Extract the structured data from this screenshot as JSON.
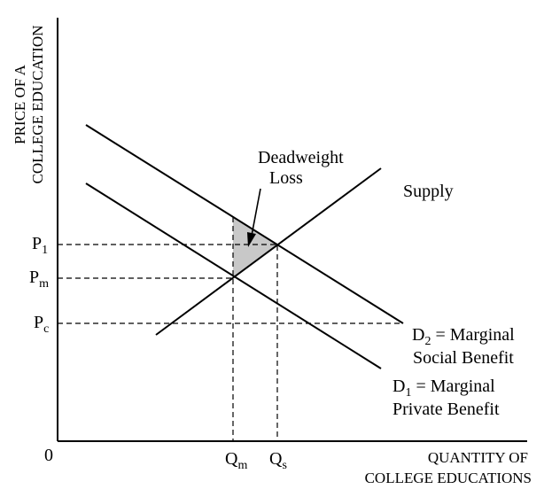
{
  "diagram": {
    "y_axis_title_line1": "PRICE OF A",
    "y_axis_title_line2": "COLLEGE EDUCATION",
    "x_axis_title_line1": "QUANTITY OF",
    "x_axis_title_line2": "COLLEGE EDUCATIONS",
    "origin_label": "0",
    "price_labels": {
      "p1_main": "P",
      "p1_sub": "1",
      "pm_main": "P",
      "pm_sub": "m",
      "pc_main": "P",
      "pc_sub": "c"
    },
    "quantity_labels": {
      "qm_main": "Q",
      "qm_sub": "m",
      "qs_main": "Q",
      "qs_sub": "s"
    },
    "deadweight_line1": "Deadweight",
    "deadweight_line2": "Loss",
    "supply_label": "Supply",
    "d2": {
      "main": "D",
      "sub": "2",
      "rest": " = Marginal",
      "line2": "Social Benefit"
    },
    "d1": {
      "main": "D",
      "sub": "1",
      "rest": " = Marginal",
      "line2": "Private Benefit"
    },
    "colors": {
      "line": "#000000",
      "shade": "#c8c8c8"
    }
  }
}
